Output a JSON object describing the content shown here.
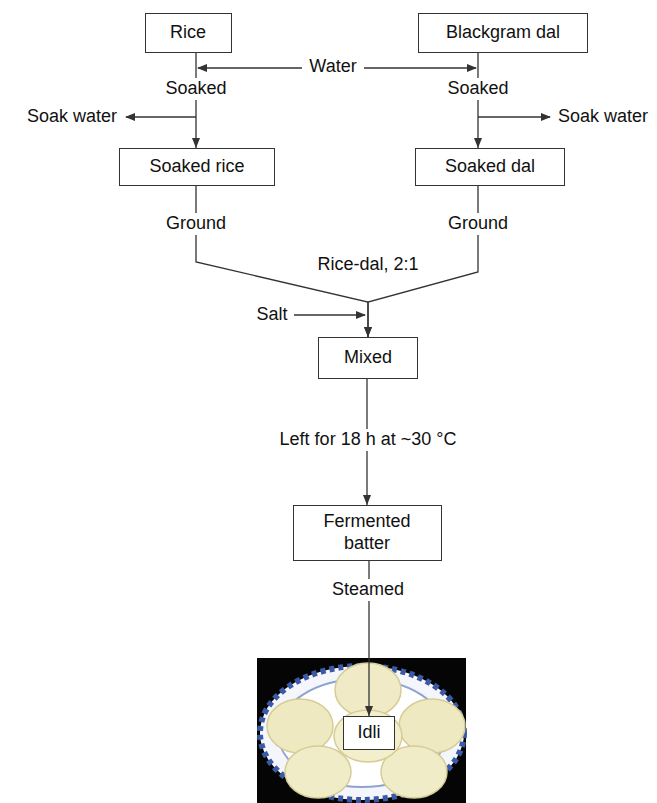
{
  "diagram": {
    "nodes": [
      {
        "text": [
          "Rice"
        ]
      },
      {
        "text": [
          "Blackgram dal"
        ]
      },
      {
        "text": [
          "Soaked rice"
        ]
      },
      {
        "text": [
          "Soaked dal"
        ]
      },
      {
        "text": [
          "Mixed"
        ]
      },
      {
        "text": [
          "Fermented batter"
        ]
      },
      {
        "text": [
          "Idli"
        ]
      }
    ],
    "edges": [
      {
        "from": 0,
        "to": 2,
        "label": "Soaked",
        "arrow": "to"
      },
      {
        "from": 1,
        "to": 3,
        "label": "Soaked",
        "arrow": "to"
      },
      {
        "from": 2,
        "to": 4,
        "label": "Ground",
        "arrow": "to"
      },
      {
        "from": 3,
        "to": 4,
        "label": "Ground",
        "arrow": "to"
      },
      {
        "from": 4,
        "to": 5,
        "label": "Left for 18 h at ~30 °C",
        "arrow": "to"
      },
      {
        "from": 5,
        "to": 6,
        "label": "Steamed",
        "arrow": "to"
      }
    ],
    "labels": [
      "Water",
      "Soak water",
      "Soak water",
      "Rice-dal, 2:1",
      "Salt"
    ]
  }
}
